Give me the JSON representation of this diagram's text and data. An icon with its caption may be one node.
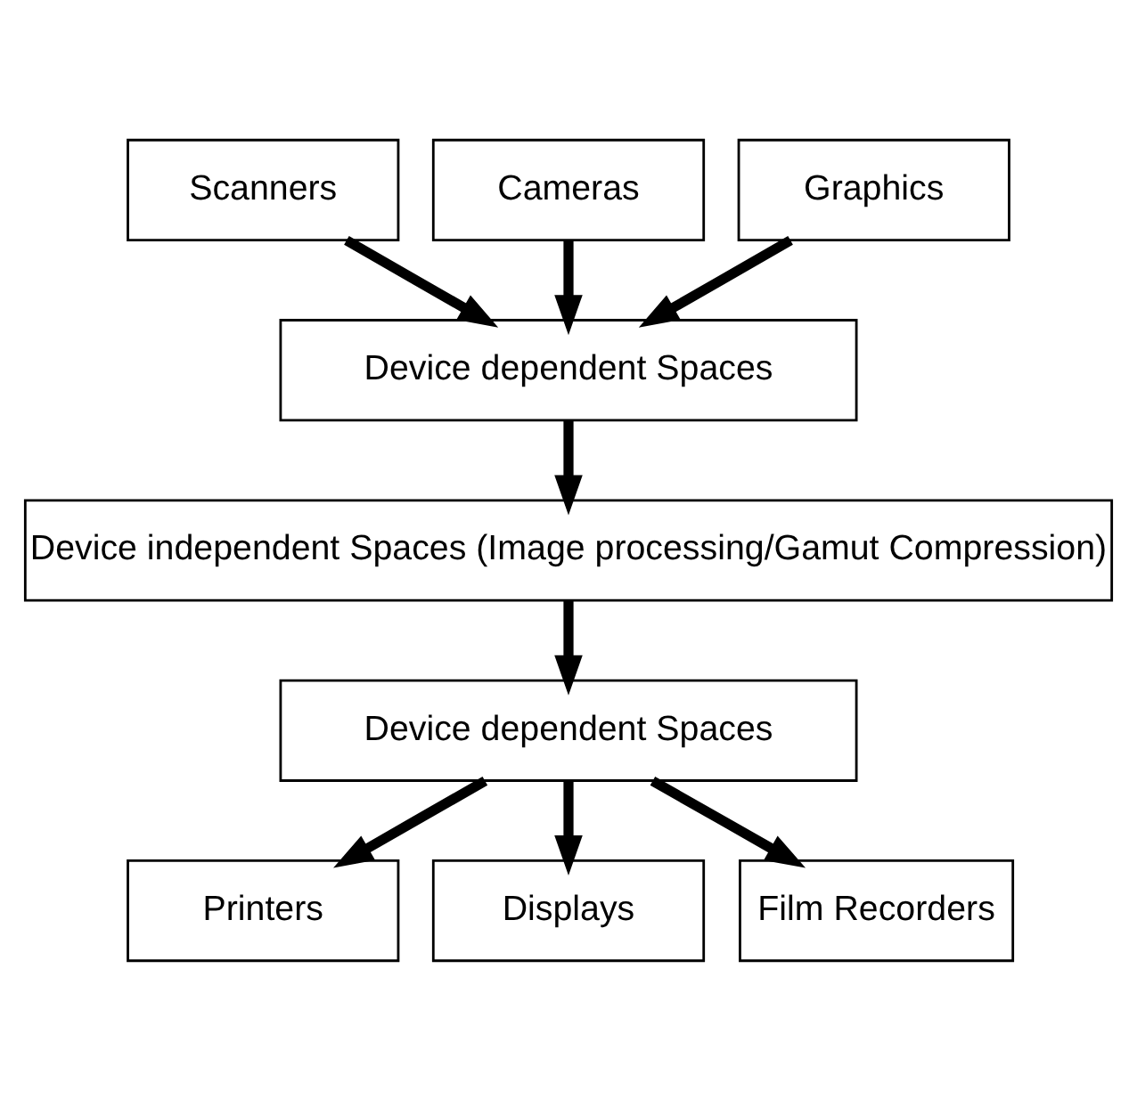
{
  "diagram": {
    "nodes": [
      {
        "text": [
          "Scanners"
        ]
      },
      {
        "text": [
          "Cameras"
        ]
      },
      {
        "text": [
          "Graphics"
        ]
      },
      {
        "text": [
          "Device dependent Spaces"
        ]
      },
      {
        "text": [
          "Device independent Spaces (Image processing/Gamut Compression)"
        ]
      },
      {
        "text": [
          "Device dependent Spaces"
        ]
      },
      {
        "text": [
          "Printers"
        ]
      },
      {
        "text": [
          "Displays"
        ]
      },
      {
        "text": [
          "Film Recorders"
        ]
      }
    ],
    "edges": [
      {
        "from": 0,
        "to": 3,
        "arrow": "to"
      },
      {
        "from": 1,
        "to": 3,
        "arrow": "to"
      },
      {
        "from": 2,
        "to": 3,
        "arrow": "to"
      },
      {
        "from": 3,
        "to": 4,
        "arrow": "to"
      },
      {
        "from": 4,
        "to": 5,
        "arrow": "to"
      },
      {
        "from": 5,
        "to": 6,
        "arrow": "to"
      },
      {
        "from": 5,
        "to": 7,
        "arrow": "to"
      },
      {
        "from": 5,
        "to": 8,
        "arrow": "to"
      }
    ]
  }
}
